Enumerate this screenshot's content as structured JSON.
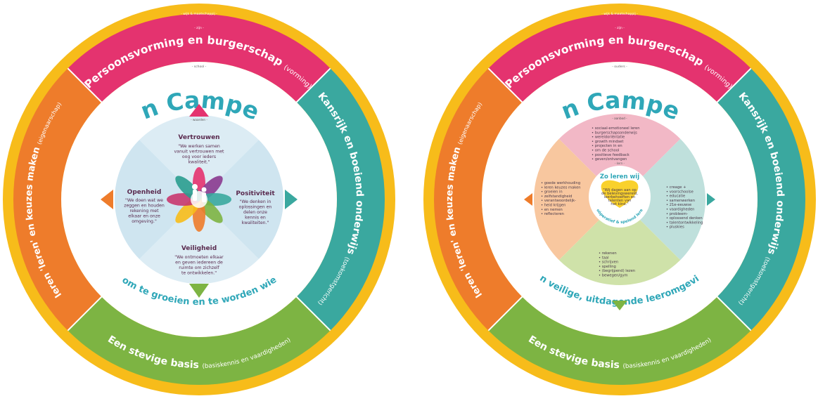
{
  "colors": {
    "yellow": "#f7bc1a",
    "pink": "#e4336f",
    "teal": "#3aa89f",
    "green": "#7db443",
    "orange": "#ee7c2b",
    "title_blue": "#2fa7b8",
    "inner_light_blue": "#d9ebf3",
    "inner_blue": "#c2dfee",
    "quad_pink": "#f2b8c6",
    "quad_teal": "#bfe0dc",
    "quad_green": "#cfe2a9",
    "quad_orange": "#f8c79f",
    "heart_yellow": "#f9d12c"
  },
  "left": {
    "top_label": "- wijk & maatschappij -",
    "ring_label": "- zijn -",
    "band_top": "Persoonsvorming en burgerschap",
    "band_top_sub": "(vorming)",
    "band_right": "Kansrijk en boeiend onderwijs",
    "band_right_sub": "(toekomstgericht)",
    "band_bottom": "Een stevige basis",
    "band_bottom_sub": "(basiskennis en vaardigheden)",
    "band_left": "leren 'leren' en keuzes maken",
    "band_left_sub": "(eigenaarschap)",
    "school_label": "- school -",
    "title": "Jan Campert",
    "arrow_label": "- waarden -",
    "slogan": "- Ruimte om te groeien en te worden wie je bent -",
    "quadrants": {
      "top": {
        "title": "Vertrouwen",
        "text": [
          "\"We werken samen",
          "vanuit vertrouwen met",
          "oog voor ieders",
          "kwaliteit.\""
        ]
      },
      "left": {
        "title": "Openheid",
        "text": [
          "\"We doen wat we",
          "zeggen en houden",
          "rekening met",
          "elkaar en onze",
          "omgeving.\""
        ]
      },
      "right": {
        "title": "Positiviteit",
        "text": [
          "\"We denken in",
          "oplossingen en",
          "delen onze",
          "kennis en",
          "kwaliteiten.\""
        ]
      },
      "bottom": {
        "title": "Veiligheid",
        "text": [
          "\"We ontmoeten elkaar",
          "en geven iedereen de",
          "ruimte om zichzelf",
          "te ontwikkelen.\""
        ]
      }
    }
  },
  "right": {
    "top_label": "- wijk & maatschappij -",
    "ring_label": "- zijn -",
    "band_top": "Persoonsvorming en burgerschap",
    "band_top_sub": "(vorming)",
    "band_right": "Kansrijk en boeiend onderwijs",
    "band_right_sub": "(toekomstgericht)",
    "band_bottom": "Een stevige basis",
    "band_bottom_sub": "(basiskennis en vaardigheden)",
    "band_left": "leren 'leren' en keuzes maken",
    "band_left_sub": "(eigenaarschap)",
    "school_label": "- ouders -",
    "title": "Jan Campert",
    "inner_label": "- aanbod -",
    "core_label": "- kern -",
    "core_title": "Zo leren wij",
    "heart_text": [
      "\"Wij dagen aan op",
      "de belevingswereld,",
      "leerbehoeften en",
      "talenten van",
      "het kind.\""
    ],
    "core_arc": "< Coöperatief & spelend leren >",
    "slogan": "- Een veilige, uitdagende leeromgeving -",
    "lists": {
      "top": [
        "sociaal-emotioneel leren",
        "burgerschapsonderwijs",
        "wereldoriëntatie",
        "growth mindset",
        "projecten in en",
        "om de school",
        "positieve feedback",
        "geven/ontvangen"
      ],
      "left": [
        "goede werkhouding",
        "leren keuzes maken",
        "groeien in",
        "zelfstandigheid",
        "verantwoordelijk-",
        "heid krijgen",
        "en nemen",
        "reflecteren"
      ],
      "right": [
        "creage +",
        "voorschoolse",
        "educatie",
        "samenwerken",
        "21e-eeuwse",
        "vaardigheden",
        "probleem-",
        "oplossend denken",
        "talentontwikkeling",
        "pluskies"
      ],
      "bottom": [
        "rekenen",
        "taal",
        "schrijven",
        "spelling",
        "(begrijpend) lezen",
        "bewegen/gym"
      ]
    }
  }
}
